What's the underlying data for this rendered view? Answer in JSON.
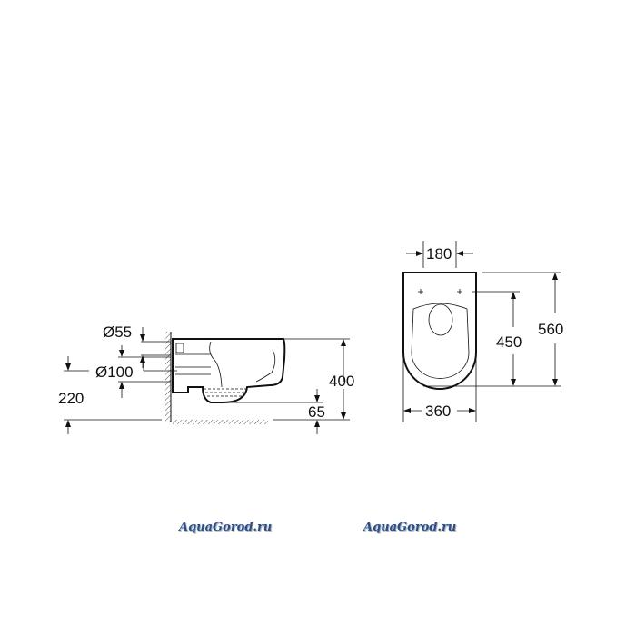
{
  "side_view": {
    "pipe_small": "Ø55",
    "pipe_large": "Ø100",
    "inlet_height": "220",
    "total_height": "400",
    "bowl_clearance": "65"
  },
  "plan_view": {
    "fixing_spacing": "180",
    "fixing_to_front": "450",
    "length": "560",
    "width": "360"
  },
  "watermarks": [
    "AquaGorod.ru",
    "AquaGorod.ru"
  ],
  "colors": {
    "line": "#111111",
    "watermark": "#2f4d8c"
  }
}
